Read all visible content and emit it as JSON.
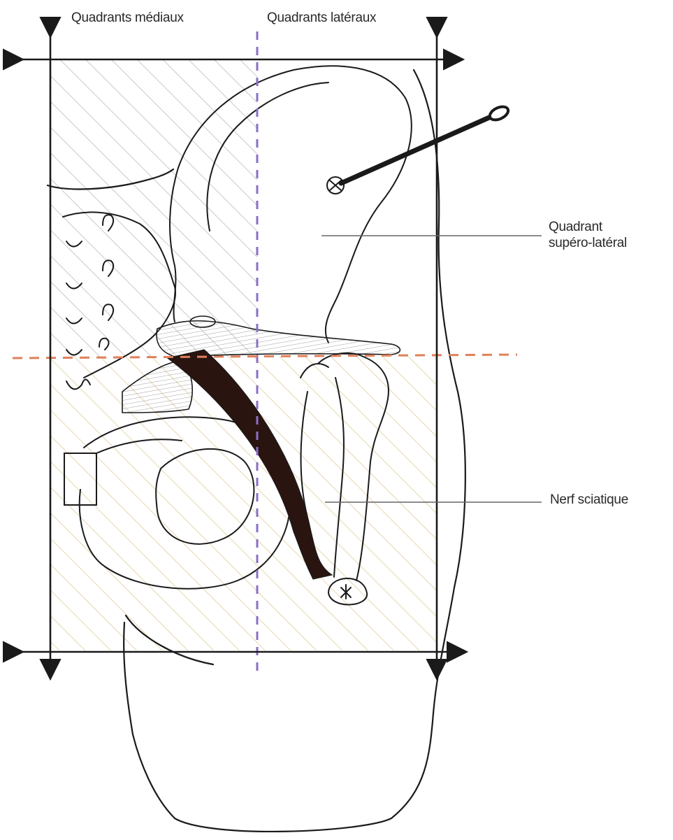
{
  "labels": {
    "medial_quadrants": "Quadrants médiaux",
    "lateral_quadrants": "Quadrants latéraux",
    "superolateral_quadrant": [
      "Quadrant",
      "supéro-latéral"
    ],
    "sciatic_nerve": "Nerf sciatique"
  },
  "colors": {
    "ink": "#1a1a1a",
    "hatch": "#c9c9c9",
    "hatch_lower": "#e8d9b0",
    "vertical_divider": "#8a6fc4",
    "horizontal_divider": "#e0805a",
    "nerve": "#2a1410",
    "label_text": "#2a2a2a",
    "leader_line": "#666666"
  }
}
